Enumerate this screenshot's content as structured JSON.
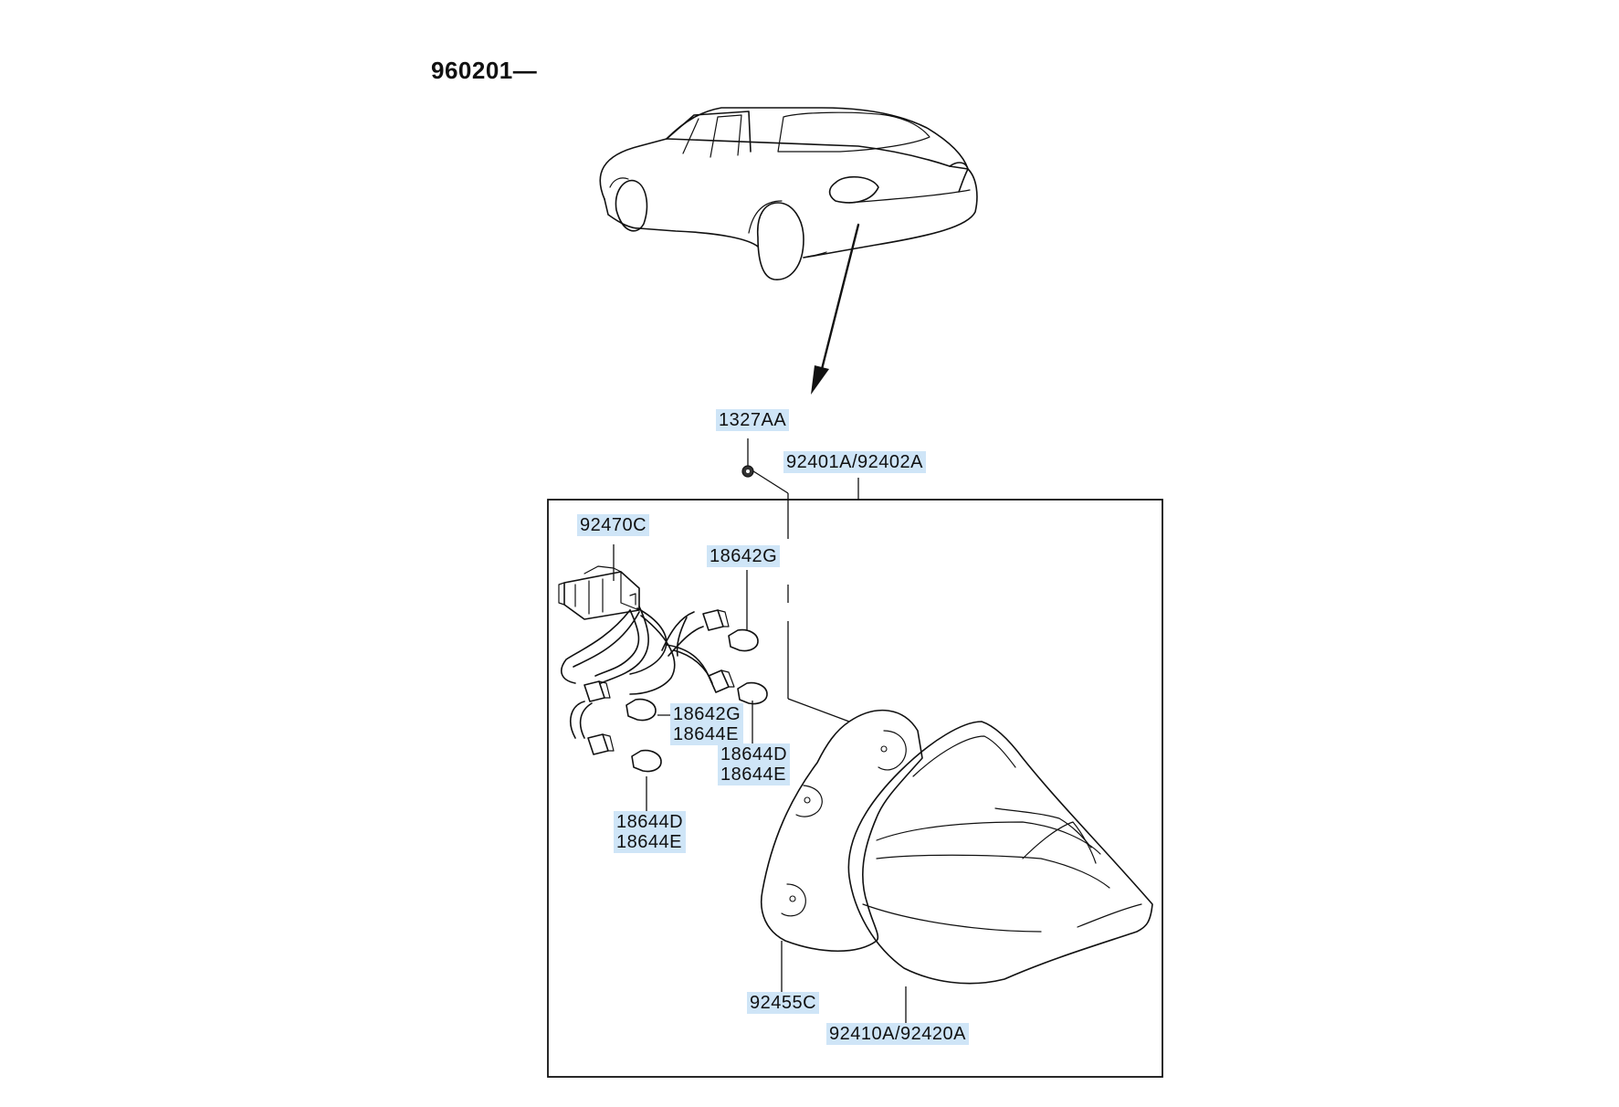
{
  "header": {
    "date_code": "960201—"
  },
  "callouts": {
    "nut": "1327AA",
    "lamp_assembly": "92401A/92402A",
    "harness": "92470C",
    "bulb_top": "18642G",
    "bulb_mid_left": "18642G\n18644E",
    "bulb_mid_right": "18644D\n18644E",
    "bulb_bottom": "18644D\n18644E",
    "gasket": "92455C",
    "lens": "92410A/92420A"
  }
}
